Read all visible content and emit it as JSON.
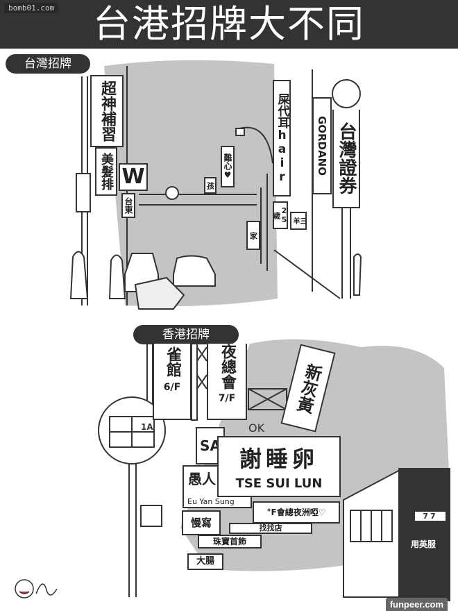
{
  "title": "台港招牌大不同",
  "watermark": "bomb01.com",
  "taiwan": {
    "badge": "台灣招牌",
    "signs": [
      "超神補習",
      "美髮排",
      "W",
      "台東",
      "屎代耳hair",
      "GORDANO",
      "台灣證券",
      "25歲",
      "三羊",
      "難心♥",
      "孩",
      "家"
    ]
  },
  "hongkong": {
    "badge": "香港招牌",
    "signs": {
      "mahjong": "雀館",
      "mahjong_floor": "6/F",
      "nightclub": "夜總會",
      "nightclub_floor": "7/F",
      "tilted": "新灰黃",
      "main_cn": "謝睡卵",
      "main_en": "TSE SUI LUN",
      "yuren": "愚人",
      "yuren_en": "Eu Yan Sung",
      "club": "°F會總夜洲啞♡",
      "slow": "慢寫",
      "shop": "找找店",
      "jewel": "珠寶首飾",
      "intestine": "大腸",
      "sa": "SA",
      "ok": "OK"
    },
    "bus_stop_route": "1A",
    "bus_number": "77",
    "bus_text": "用英服"
  },
  "credit": "funpeer.com"
}
